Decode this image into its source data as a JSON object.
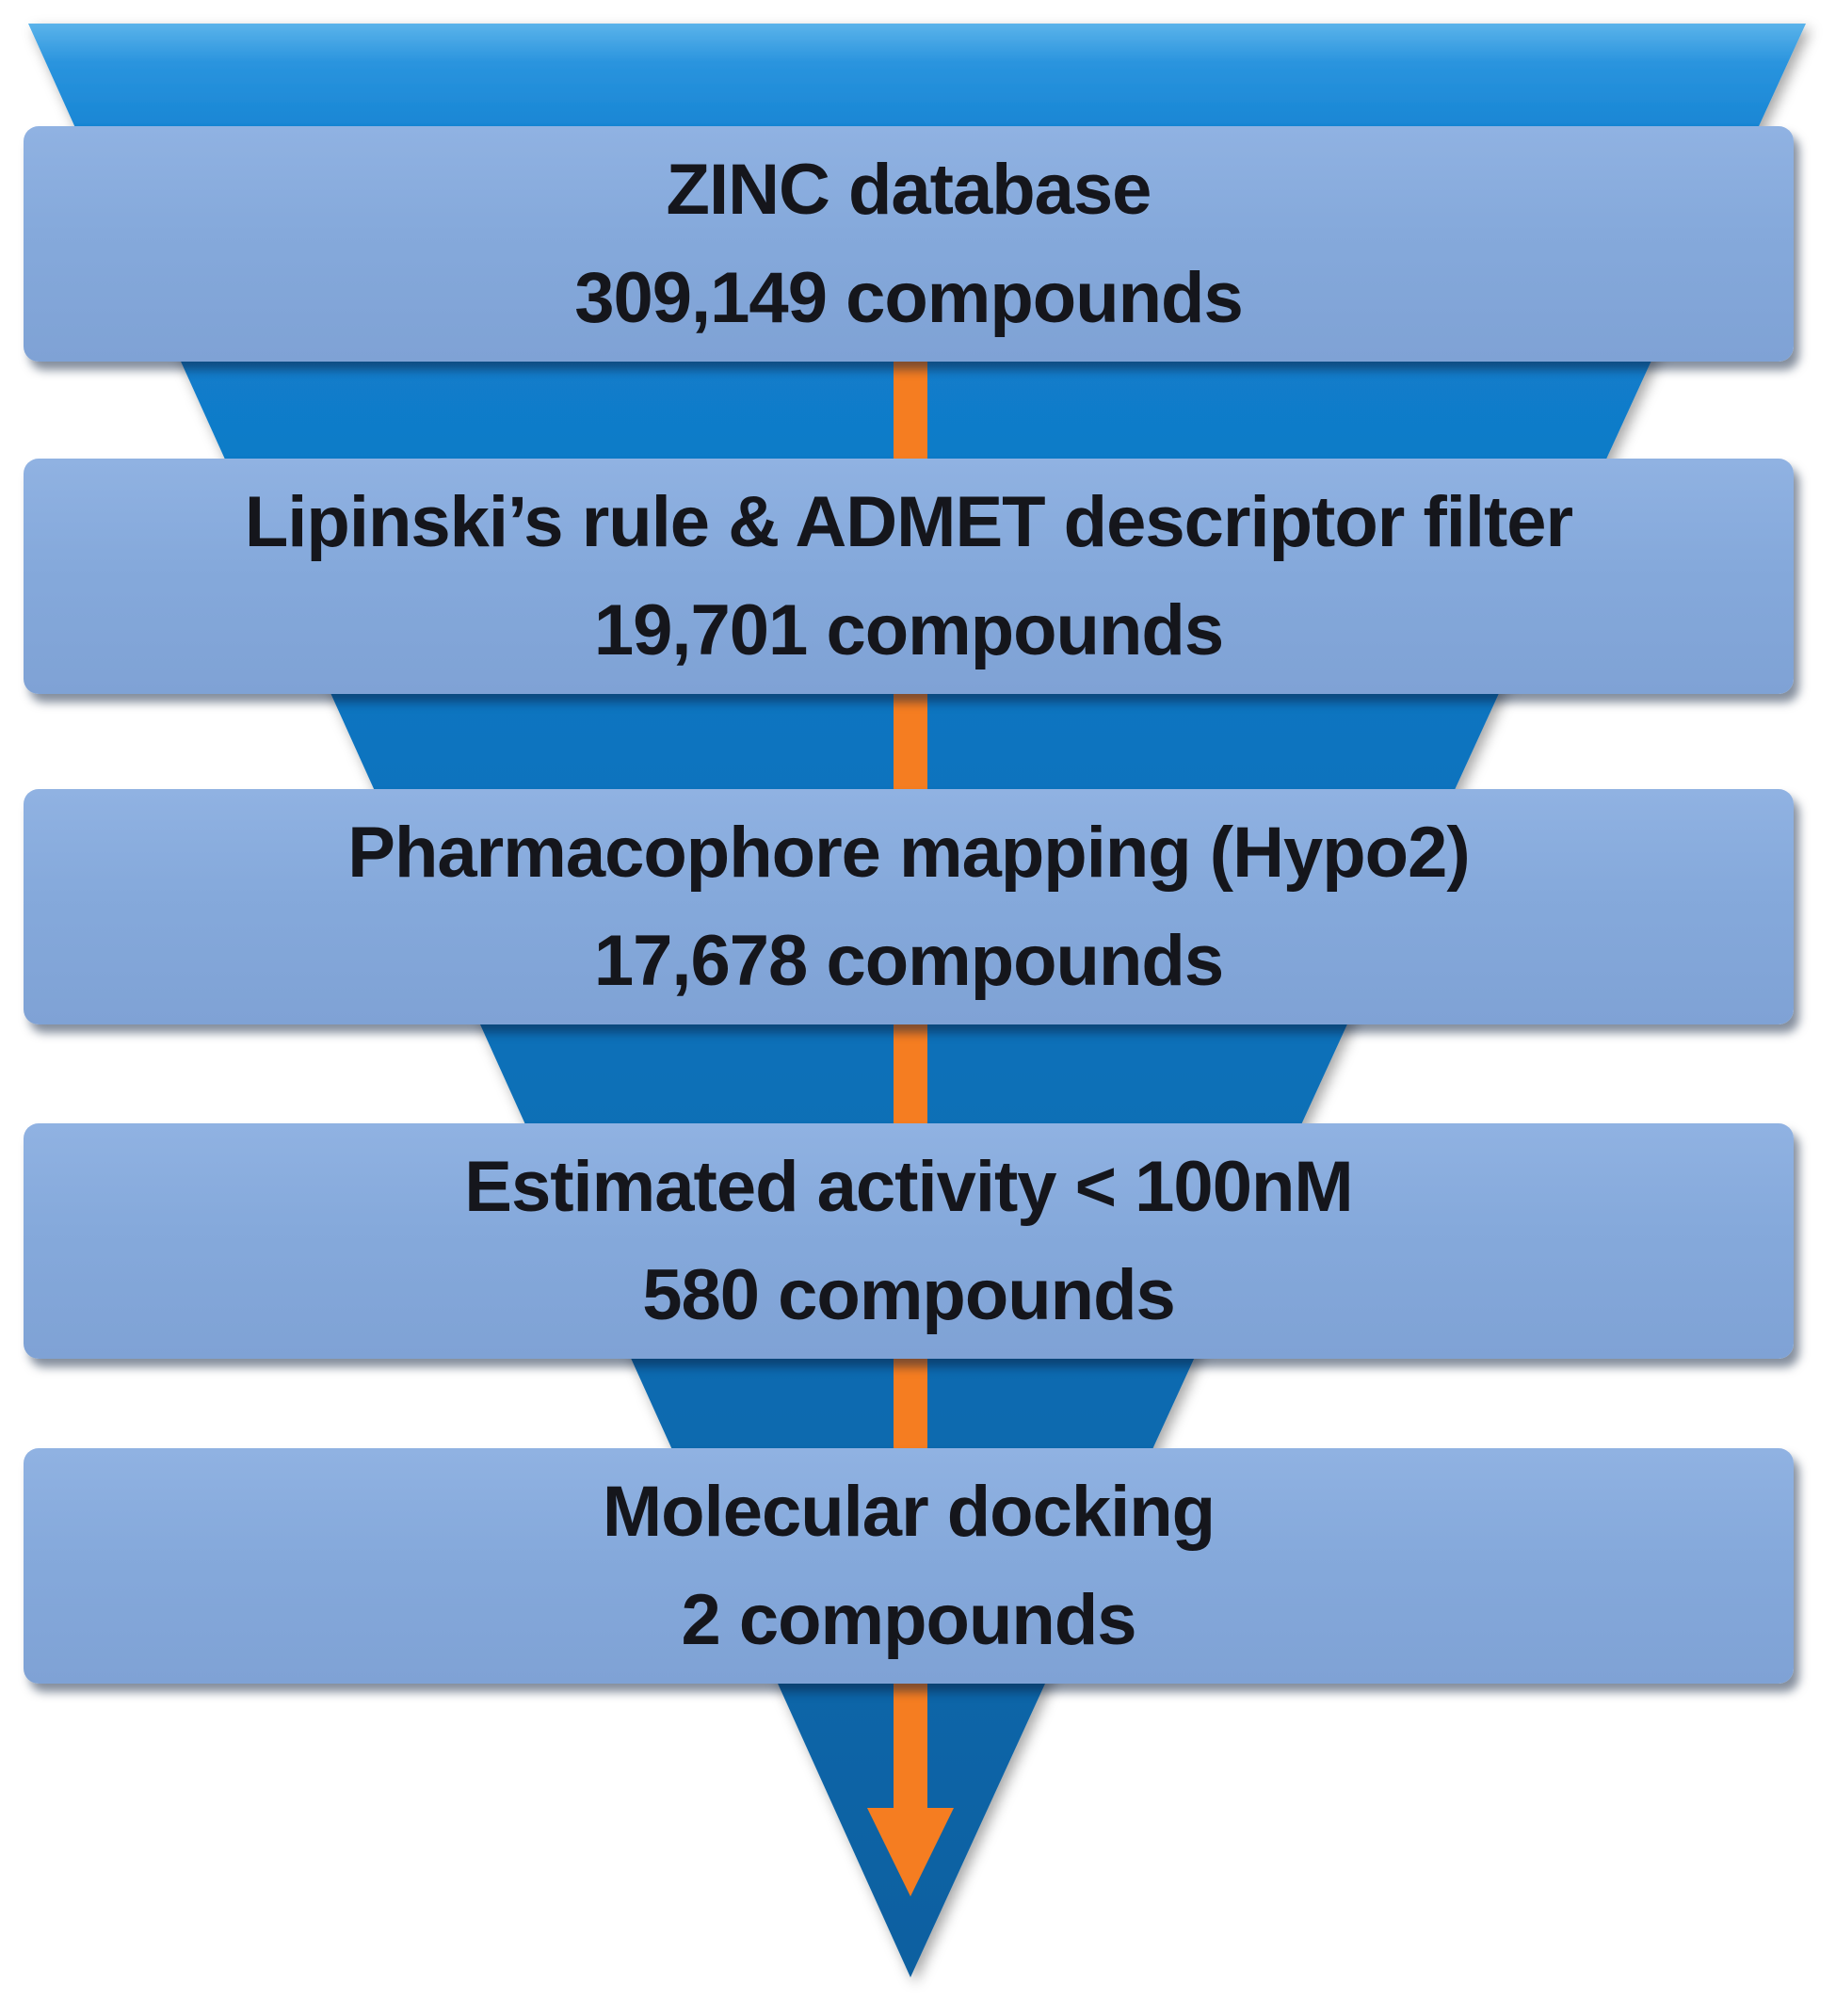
{
  "stages": [
    {
      "label": "ZINC database",
      "count": "309,149 compounds"
    },
    {
      "label": "Lipinski’s rule & ADMET descriptor filter",
      "count": "19,701 compounds"
    },
    {
      "label": "Pharmacophore mapping (Hypo2)",
      "count": "17,678 compounds"
    },
    {
      "label": "Estimated activity < 100nM",
      "count": "580 compounds"
    },
    {
      "label": "Molecular docking",
      "count": "2 compounds"
    }
  ],
  "colors": {
    "funnel_highlight": "#5bb3ea",
    "funnel_top": "#2a94de",
    "funnel_upper": "#1583d2",
    "funnel_mid": "#0d74c0",
    "funnel_lower": "#0e6bb0",
    "funnel_bottom": "#0e60a0",
    "bar_fill": "#85a9db",
    "arrow": "#f57d21",
    "text": "#15161c"
  },
  "chart_data": {
    "type": "funnel",
    "title": "",
    "categories": [
      "ZINC database",
      "Lipinski’s rule & ADMET descriptor filter",
      "Pharmacophore mapping (Hypo2)",
      "Estimated activity < 100nM",
      "Molecular docking"
    ],
    "values": [
      309149,
      19701,
      17678,
      580,
      2
    ],
    "units": "compounds",
    "legend": "none",
    "grid": false
  }
}
